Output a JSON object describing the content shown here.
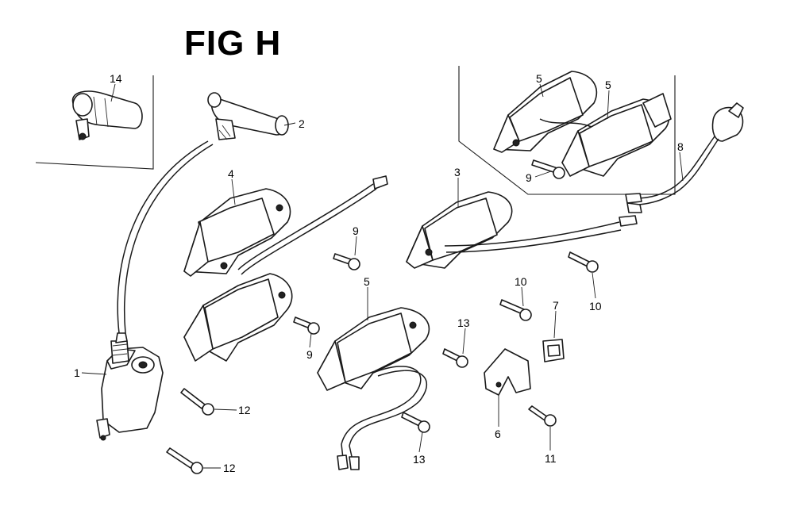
{
  "figure": {
    "title": "FIG H"
  },
  "callouts": [
    {
      "id": "c14",
      "text": "14"
    },
    {
      "id": "c2",
      "text": "2"
    },
    {
      "id": "c4",
      "text": "4"
    },
    {
      "id": "c5a",
      "text": "5"
    },
    {
      "id": "c5b",
      "text": "5"
    },
    {
      "id": "c3",
      "text": "3"
    },
    {
      "id": "c9a",
      "text": "9"
    },
    {
      "id": "c8",
      "text": "8"
    },
    {
      "id": "c9b",
      "text": "9"
    },
    {
      "id": "c5c",
      "text": "5"
    },
    {
      "id": "c10a",
      "text": "10"
    },
    {
      "id": "c10b",
      "text": "10"
    },
    {
      "id": "c9c",
      "text": "9"
    },
    {
      "id": "c7",
      "text": "7"
    },
    {
      "id": "c13a",
      "text": "13"
    },
    {
      "id": "c1",
      "text": "1"
    },
    {
      "id": "c12a",
      "text": "12"
    },
    {
      "id": "c6",
      "text": "6"
    },
    {
      "id": "c11",
      "text": "11"
    },
    {
      "id": "c13b",
      "text": "13"
    },
    {
      "id": "c12b",
      "text": "12"
    }
  ]
}
